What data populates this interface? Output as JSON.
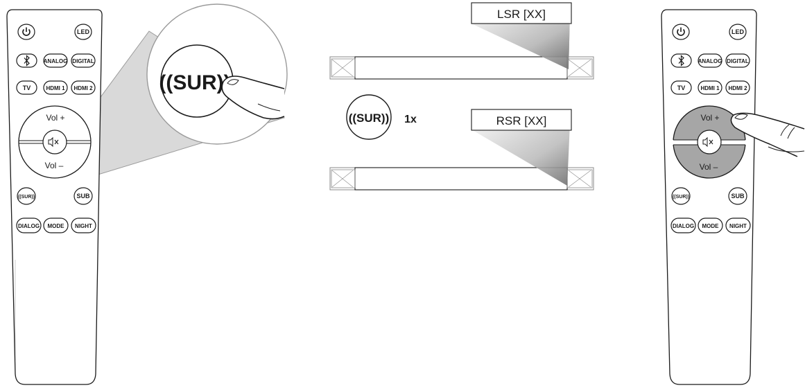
{
  "remote_buttons": {
    "power_icon": "power-icon",
    "led": "LED",
    "bluetooth_icon": "bluetooth-icon",
    "analog": "ANALOG",
    "digital": "DIGITAL",
    "tv": "TV",
    "hdmi1": "HDMI 1",
    "hdmi2": "HDMI 2",
    "vol_up": "Vol +",
    "mute_icon": "mute-icon",
    "vol_down": "Vol –",
    "sur": "((SUR))",
    "sub": "SUB",
    "dialog": "DIALOG",
    "mode": "MODE",
    "night": "NIGHT"
  },
  "magnified_button": "((SUR))",
  "step": {
    "button": "((SUR))",
    "press_count": "1x"
  },
  "displays": {
    "left_speaker": "LSR [XX]",
    "right_speaker": "RSR [XX]"
  }
}
